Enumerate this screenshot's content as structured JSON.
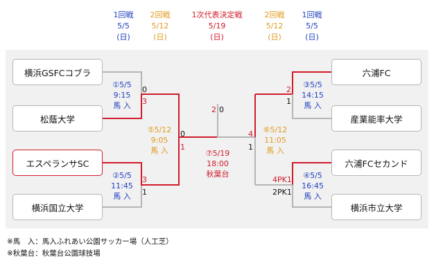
{
  "headers": [
    {
      "round": "1回戦",
      "date": "5/5",
      "day": "(日)",
      "color": "#1f3fbf"
    },
    {
      "round": "2回戦",
      "date": "5/12",
      "day": "(日)",
      "color": "#e09a1e"
    },
    {
      "round": "1次代表決定戦",
      "date": "5/19",
      "day": "(日)",
      "color": "#d11a2a"
    },
    {
      "round": "2回戦",
      "date": "5/12",
      "day": "(日)",
      "color": "#e09a1e"
    },
    {
      "round": "1回戦",
      "date": "5/5",
      "day": "(日)",
      "color": "#1f3fbf"
    }
  ],
  "teams": {
    "t1": "横浜GSFCコブラ",
    "t2": "松蔭大学",
    "t3": "エスペランサSC",
    "t4": "横浜国立大学",
    "t5": "六浦FC",
    "t6": "産業能率大学",
    "t7": "六浦FCセカンド",
    "t8": "横浜市立大学"
  },
  "matches": {
    "m1": {
      "label": "①5/5",
      "time": "9:15",
      "venue": "馬 入"
    },
    "m2": {
      "label": "②5/5",
      "time": "11:45",
      "venue": "馬 入"
    },
    "m3": {
      "label": "③5/5",
      "time": "14:15",
      "venue": "馬 入"
    },
    "m4": {
      "label": "④5/5",
      "time": "16:45",
      "venue": "馬 入"
    },
    "m5": {
      "label": "⑤5/12",
      "time": "9:05",
      "venue": "馬 入"
    },
    "m6": {
      "label": "⑥5/12",
      "time": "11:05",
      "venue": "馬 入"
    },
    "m7": {
      "label": "⑦5/19",
      "time": "18:00",
      "venue": "秋葉台"
    }
  },
  "scores": {
    "m1_t1": "0",
    "m1_t2": "3",
    "m2_t3": "3",
    "m2_t4": "1",
    "m3_t5": "2",
    "m3_t6": "1",
    "m4_t7": "4PK1",
    "m4_t8": "2PK1",
    "m5_top": "0",
    "m5_bot": "1",
    "m6_top": "4",
    "m6_bot": "1",
    "final_left": "2",
    "final_right": "0"
  },
  "notes": [
    "※馬　入：馬入ふれあい公園サッカー場（人工芝）",
    "※秋葉台：秋葉台公園球技場"
  ],
  "colors": {
    "win": "#d11a2a",
    "lose": "#b5b5b5",
    "panel": "#f1f1f1"
  }
}
